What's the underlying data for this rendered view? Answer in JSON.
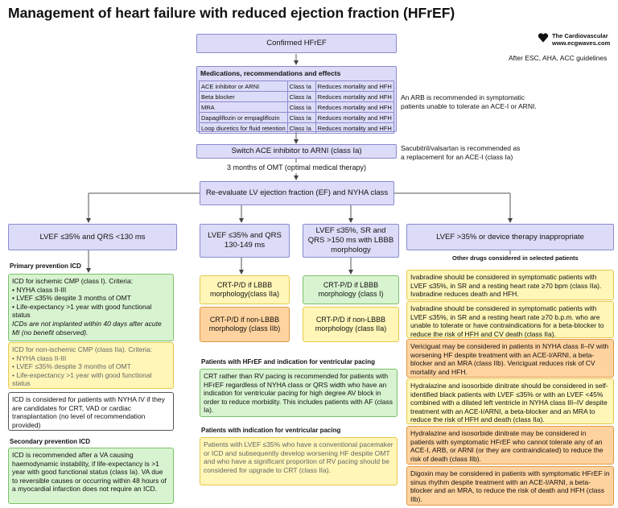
{
  "title": "Management of heart failure with reduced ejection fraction (HFrEF)",
  "brand": {
    "line1": "The Cardiovascular",
    "line2": "www.ecgwaves.com",
    "icon": "heart-icon"
  },
  "guidelines": "After ESC, AHA, ACC guidelines",
  "confirmed": "Confirmed HFrEF",
  "meds": {
    "title": "Medications, recommendations and effects",
    "rows": [
      [
        "ACE inhibitor or ARNI",
        "Class Ia",
        "Reduces mortality and HFH"
      ],
      [
        "Beta blocker",
        "Class Ia",
        "Reduces mortality and HFH"
      ],
      [
        "MRA",
        "Class Ia",
        "Reduces mortality and HFH"
      ],
      [
        "Dapagliflozin or empagliflozin",
        "Class Ia",
        "Reduces mortality and HFH"
      ],
      [
        "Loop diuretics for fluid retention",
        "Class Ia",
        "Reduces mortality and HFH"
      ]
    ]
  },
  "arb_note": "An ARB is recommended in symptomatic patients unable to tolerate an ACE-I or ARNI.",
  "switch": "Switch ACE inhibitor to ARNI (class Ia)",
  "switch_note": "Sacubitril/valsartan is recommended as a replacement for an ACE-I (class Ia)",
  "omt": "3 months of OMT (optimal medical therapy)",
  "reeval": "Re-evaluate LV ejection fraction (EF) and NYHA class",
  "branches": {
    "b1": "LVEF ≤35% and QRS <130 ms",
    "b2": "LVEF ≤35% and QRS 130-149 ms",
    "b3": "LVEF ≤35%, SR and QRS >150 ms with LBBB morphology",
    "b4": "LVEF >35% or device therapy inappropriate"
  },
  "primary": {
    "heading": "Primary prevention ICD",
    "ischemic_title": "ICD for ischemic CMP (class I). Criteria:",
    "ischemic_items": [
      "NYHA class II-III",
      "LVEF ≤35% despite 3 months of OMT",
      "Life-expectancy >1 year with good functional status"
    ],
    "ischemic_note": "ICDs are not implanted within 40 days after acute MI (no benefit observed).",
    "nonischemic_title": "ICD for non-ischemic CMP (class IIa). Criteria:",
    "nonischemic_items": [
      "NYHA class II-III",
      "LVEF ≤35% despite 3 months of OMT",
      "Life-expectancy >1 year with good functional status"
    ],
    "nyha4": "ICD is considered for patients with NYHA IV if they are candidates for CRT, VAD or cardiac transplantation (no level of recommendation provided)"
  },
  "secondary": {
    "heading": "Secondary prevention ICD",
    "text": "ICD is recommended after a VA causing haemodynamic instability, if life-expectancy is >1 year with good functional status (class Ia). VA due to reversible causes or occurring within 48 hours of a myocardial infarction does not require an ICD."
  },
  "crt": {
    "b2_lbbb": "CRT-P/D if LBBB morphology(class IIa)",
    "b2_nonlbbb": "CRT-P/D if non-LBBB morphology (class IIb)",
    "b3_lbbb": "CRT-P/D if LBBB morphology (class I)",
    "b3_nonlbbb": "CRT-P/D if non-LBBB morphology (class IIa)"
  },
  "pacing": {
    "heading1": "Patients with HFrEF and indication for ventricular pacing",
    "text1": "CRT rather than RV pacing is recommended for patients with HFrEF regardless of NYHA class or QRS width who have an indication for ventricular pacing for high degree AV block in order to reduce morbidity. This includes patients with AF (class Ia).",
    "heading2": "Patients with indication for ventricular pacing",
    "text2": "Patients with LVEF ≤35% who have a conventional pacemaker or ICD and subsequently develop worsening HF despite OMT and who have a significant proportion of RV pacing should be considered for upgrade to CRT (class IIa)."
  },
  "other": {
    "heading": "Other drugs considered in selected patients",
    "items": [
      "Ivabradine should be considered in symptomatic patients with LVEF ≤35%, in SR and a resting heart rate ≥70 bpm (class IIa). Ivabradine reduces death and HFH.",
      "Ivabradine should be considered in symptomatic patients with LVEF ≤35%, in SR and a resting heart rate ≥70 b.p.m. who are unable to tolerate or have contraindications for a beta-blocker to reduce the risk of HFH and CV death (class IIa).",
      "Vericiguat may be considered in patients in NYHA class II–IV with worsening HF despite treatment with an ACE-I/ARNI, a beta-blocker and an MRA (class IIb). Vericiguat reduces risk of CV mortality and HFH.",
      "Hydralazine and isosorbide dinitrate should be considered in self-identified black patients with LVEF ≤35% or with an LVEF <45% combined with a dilated left ventricle in NYHA class III–IV despite treatment with an ACE-I/ARNI, a beta-blocker and an MRA to reduce the risk of HFH and death (class IIa).",
      "Hydralazine and isosorbide dinitrate may be considered in patients with symptomatic HFrEF who cannot tolerate any of an ACE-I, ARB, or ARNI (or they are contraindicated) to reduce the risk of death (class IIb).",
      "Digoxin may be considered in patients with symptomatic HFrEF in sinus rhythm despite treatment with an ACE-I/ARNI, a beta-blocker and an MRA, to reduce the risk of death and HFH (class IIb)."
    ]
  },
  "colors": {
    "process": "#dcdcf8",
    "class1": "#d8f3d0",
    "class2a": "#fff6b8",
    "class2b": "#ffd39f"
  }
}
